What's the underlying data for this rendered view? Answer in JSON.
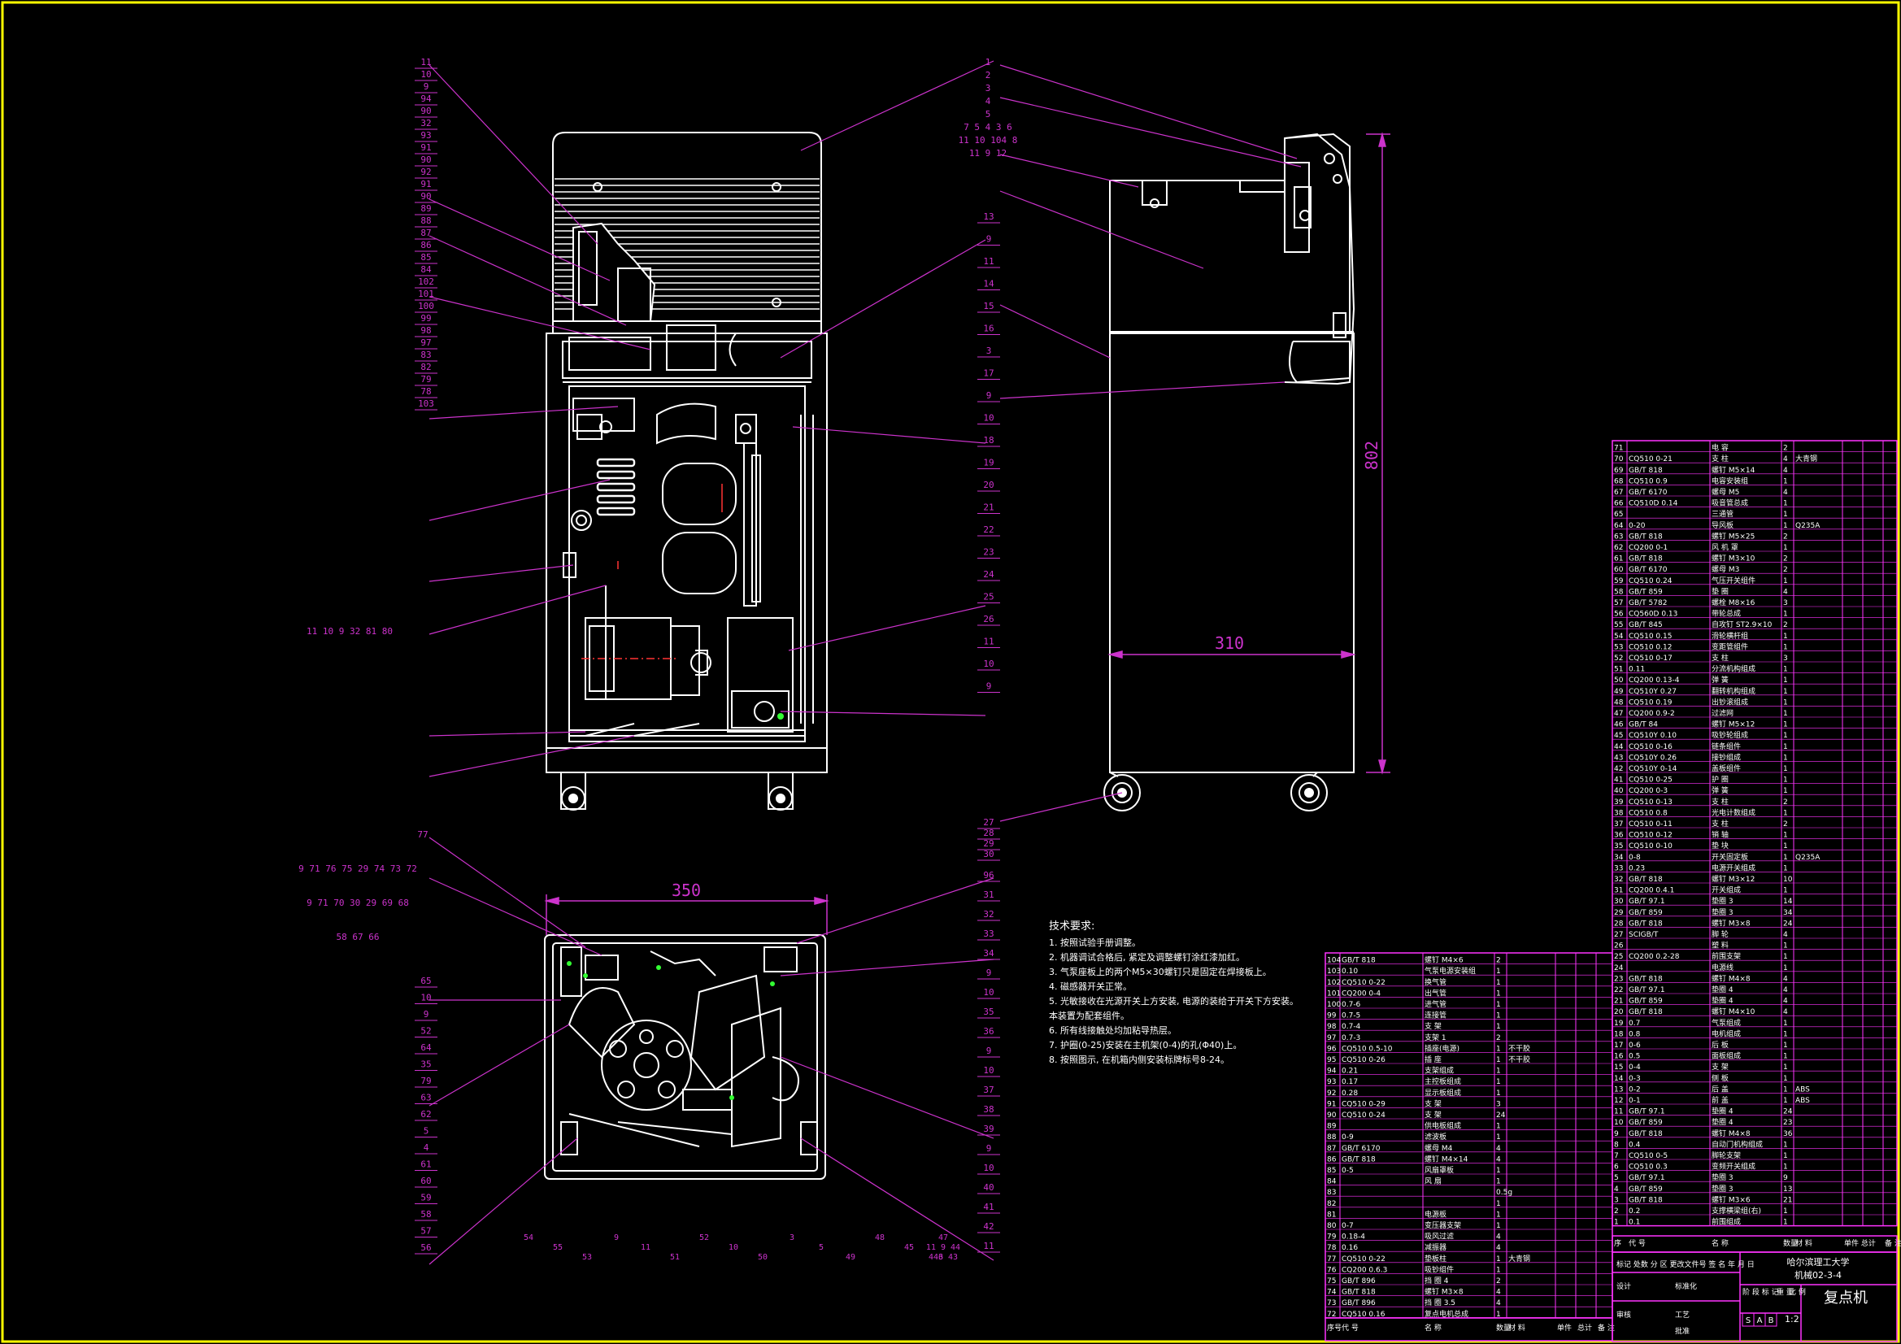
{
  "drawing_title": "复点机",
  "school": "哈尔滨理工大学",
  "drawing_no": "机械02-3-4",
  "scale": "1:2",
  "stage_marks": [
    "S",
    "A",
    "B"
  ],
  "colors": {
    "frame": "#ffff00",
    "drawing": "#ffffff",
    "leader": "#cc33cc",
    "magenta": "#ff33ff",
    "text": "#ffffff"
  },
  "dimensions": {
    "width_top": "350",
    "height_side": "802",
    "depth_side": "310"
  },
  "tech_title": "技术要求:",
  "tech_lines": [
    "1. 按照试验手册调整。",
    "2. 机器调试合格后, 紧定及调整螺钉涂红漆加红。",
    "3. 气泵座板上的两个M5×30螺钉只是固定在焊接板上。",
    "4. 磁感器开关正常。",
    "5. 光敏接收在光源开关上方安装, 电源的装给于开关下方安装。",
    "   本装置为配套组件。",
    "6. 所有线接触处均加粘导热层。",
    "7. 护圈(0-25)安装在主机架(0-4)的孔(Φ40)上。",
    "8. 按照图示, 在机箱内侧安装标牌标号8-24。"
  ],
  "labels": {
    "front_left": [
      "11",
      "10",
      "9",
      "94",
      "90",
      "32",
      "93",
      "91",
      "90",
      "92",
      "91",
      "90",
      "89",
      "88",
      "87",
      "86",
      "85",
      "84",
      "102",
      "101",
      "100",
      "99",
      "98",
      "97",
      "83",
      "82",
      "79",
      "78",
      "103"
    ],
    "front_left_row": "11  10  9  32  81  80",
    "front_right": [
      "13",
      "9",
      "11",
      "14",
      "15",
      "16",
      "3",
      "17",
      "9",
      "10",
      "18",
      "19",
      "20",
      "21",
      "22",
      "23",
      "24",
      "25",
      "26",
      "11",
      "10",
      "9"
    ],
    "side_top_rows": [
      "1",
      "2",
      "3",
      "4",
      "5",
      "7  5  4  3  6",
      "11  10  104  8",
      "11  9  12"
    ],
    "side_right": [
      "27",
      "28",
      "29",
      "30"
    ],
    "top_left_rows": [
      "77",
      "9  71  76  75  29  74  73  72",
      "9  71  70  30  29  69  68",
      "58  67  66"
    ],
    "top_left": [
      "65",
      "10",
      "9",
      "52",
      "64",
      "35",
      "79",
      "63",
      "62",
      "5",
      "4",
      "61",
      "60",
      "59",
      "58",
      "57",
      "56"
    ],
    "top_bottom": [
      "54",
      "55",
      "53",
      "9",
      "11",
      "51",
      "52",
      "10",
      "50",
      "3",
      "5",
      "49",
      "48",
      "45",
      "46",
      "47",
      "11  9  44",
      "4  3  43"
    ],
    "top_right": [
      "96",
      "31",
      "32",
      "33",
      "34",
      "9",
      "10",
      "35",
      "36",
      "9",
      "10",
      "37",
      "38",
      "39",
      "9",
      "10",
      "40",
      "41",
      "42",
      "11"
    ]
  },
  "bom_right": [
    [
      "71",
      "",
      "电  容",
      "2",
      ""
    ],
    [
      "70",
      "CQ510 0-21",
      "支  柱",
      "4",
      "大青钢"
    ],
    [
      "69",
      "GB/T 818",
      "螺钉 M5×14",
      "4",
      ""
    ],
    [
      "68",
      "CQ510 0.9",
      "电容安装组",
      "1",
      ""
    ],
    [
      "67",
      "GB/T 6170",
      "螺母 M5",
      "4",
      ""
    ],
    [
      "66",
      "CQ510D 0.14",
      "吸音管总成",
      "1",
      ""
    ],
    [
      "65",
      "",
      "三通管",
      "1",
      ""
    ],
    [
      "64",
      "0-20",
      "导风板",
      "1",
      "Q235A"
    ],
    [
      "63",
      "GB/T 818",
      "螺钉 M5×25",
      "2",
      ""
    ],
    [
      "62",
      "CQ200 0-1",
      "风 机 罩",
      "1",
      ""
    ],
    [
      "61",
      "GB/T 818",
      "螺钉 M3×10",
      "2",
      ""
    ],
    [
      "60",
      "GB/T 6170",
      "螺母 M3",
      "2",
      ""
    ],
    [
      "59",
      "CQ510 0.24",
      "气压开关组件",
      "1",
      ""
    ],
    [
      "58",
      "GB/T 859",
      "垫  圈",
      "4",
      ""
    ],
    [
      "57",
      "GB/T 5782",
      "螺栓 M8×16",
      "3",
      ""
    ],
    [
      "56",
      "CQ560D 0.13",
      "带轮总成",
      "1",
      ""
    ],
    [
      "55",
      "GB/T 845",
      "自攻钉 ST2.9×10",
      "2",
      ""
    ],
    [
      "54",
      "CQ510 0.15",
      "滑轮横杆组",
      "1",
      ""
    ],
    [
      "53",
      "CQ510 0.12",
      "变距管组件",
      "1",
      ""
    ],
    [
      "52",
      "CQ510 0-17",
      "支  柱",
      "3",
      ""
    ],
    [
      "51",
      "0.11",
      "分流机构组成",
      "1",
      ""
    ],
    [
      "50",
      "CQ200 0.13-4",
      "弹  簧",
      "1",
      ""
    ],
    [
      "49",
      "CQ510Y 0.27",
      "翻转机构组成",
      "1",
      ""
    ],
    [
      "48",
      "CQ510 0.19",
      "出钞滚组成",
      "1",
      ""
    ],
    [
      "47",
      "CQ200 0.9-2",
      "过滤网",
      "1",
      ""
    ],
    [
      "46",
      "GB/T 84",
      "螺钉 M5×12",
      "1",
      ""
    ],
    [
      "45",
      "CQ510Y 0.10",
      "吸钞轮组成",
      "1",
      ""
    ],
    [
      "44",
      "CQ510 0-16",
      "链条组件",
      "1",
      ""
    ],
    [
      "43",
      "CQ510Y 0.26",
      "接钞组成",
      "1",
      ""
    ],
    [
      "42",
      "CQ510Y 0-14",
      "盖板组件",
      "1",
      ""
    ],
    [
      "41",
      "CQ510 0-25",
      "护  圈",
      "1",
      ""
    ],
    [
      "40",
      "CQ200 0-3",
      "弹  簧",
      "1",
      ""
    ],
    [
      "39",
      "CQ510 0-13",
      "支  柱",
      "2",
      ""
    ],
    [
      "38",
      "CQ510 0.8",
      "光电计数组成",
      "1",
      ""
    ],
    [
      "37",
      "CQ510 0-11",
      "支  柱",
      "2",
      ""
    ],
    [
      "36",
      "CQ510 0-12",
      "销  轴",
      "1",
      ""
    ],
    [
      "35",
      "CQ510 0-10",
      "垫  块",
      "1",
      ""
    ],
    [
      "34",
      "0-8",
      "开关固定板",
      "1",
      "Q235A"
    ],
    [
      "33",
      "0.23",
      "电源开关组成",
      "1",
      ""
    ],
    [
      "32",
      "GB/T 818",
      "螺钉 M3×12",
      "10",
      ""
    ],
    [
      "31",
      "CQ200 0.4.1",
      "开关组成",
      "1",
      ""
    ],
    [
      "30",
      "GB/T 97.1",
      "垫圈 3",
      "14",
      ""
    ],
    [
      "29",
      "GB/T 859",
      "垫圈 3",
      "34",
      ""
    ],
    [
      "28",
      "GB/T 818",
      "螺钉 M3×8",
      "24",
      ""
    ],
    [
      "27",
      "SCIGB/T",
      "脚  轮",
      "4",
      ""
    ],
    [
      "26",
      "",
      "塑  料",
      "1",
      ""
    ],
    [
      "25",
      "CQ200 0.2-28",
      "前围支架",
      "1",
      ""
    ],
    [
      "24",
      "",
      "电源线",
      "1",
      ""
    ],
    [
      "23",
      "GB/T 818",
      "螺钉 M4×8",
      "4",
      ""
    ],
    [
      "22",
      "GB/T 97.1",
      "垫圈 4",
      "4",
      ""
    ],
    [
      "21",
      "GB/T 859",
      "垫圈 4",
      "4",
      ""
    ],
    [
      "20",
      "GB/T 818",
      "螺钉 M4×10",
      "4",
      ""
    ],
    [
      "19",
      "0.7",
      "气泵组成",
      "1",
      ""
    ],
    [
      "18",
      "0.8",
      "电机组成",
      "1",
      ""
    ],
    [
      "17",
      "0-6",
      "后  板",
      "1",
      ""
    ],
    [
      "16",
      "0.5",
      "面板组成",
      "1",
      ""
    ],
    [
      "15",
      "0-4",
      "支  架",
      "1",
      ""
    ],
    [
      "14",
      "0-3",
      "侧  板",
      "1",
      ""
    ],
    [
      "13",
      "0-2",
      "后  盖",
      "1",
      "ABS"
    ],
    [
      "12",
      "0-1",
      "前  盖",
      "1",
      "ABS"
    ],
    [
      "11",
      "GB/T 97.1",
      "垫圈 4",
      "24",
      ""
    ],
    [
      "10",
      "GB/T 859",
      "垫圈 4",
      "23",
      ""
    ],
    [
      "9",
      "GB/T 818",
      "螺钉 M4×8",
      "36",
      ""
    ],
    [
      "8",
      "0.4",
      "自动门机构组成",
      "1",
      ""
    ],
    [
      "7",
      "CQ510 0-5",
      "脚轮支架",
      "1",
      ""
    ],
    [
      "6",
      "CQ510 0.3",
      "变频开关组成",
      "1",
      ""
    ],
    [
      "5",
      "GB/T 97.1",
      "垫圈 3",
      "9",
      ""
    ],
    [
      "4",
      "GB/T 859",
      "垫圈 3",
      "13",
      ""
    ],
    [
      "3",
      "GB/T 818",
      "螺钉 M3×6",
      "21",
      ""
    ],
    [
      "2",
      "0.2",
      "支撑横梁组(右)",
      "1",
      ""
    ],
    [
      "1",
      "0.1",
      "前围组成",
      "1",
      ""
    ]
  ],
  "bom_left": [
    [
      "104",
      "GB/T 818",
      "螺钉 M4×6",
      "2",
      ""
    ],
    [
      "103",
      "0.10",
      "气泵电源安装组",
      "1",
      ""
    ],
    [
      "102",
      "CQ510 0-22",
      "换气管",
      "1",
      ""
    ],
    [
      "101",
      "CQ200 0-4",
      "出气管",
      "1",
      ""
    ],
    [
      "100",
      "0.7-6",
      "进气管",
      "1",
      ""
    ],
    [
      "99",
      "0.7-5",
      "连接管",
      "1",
      ""
    ],
    [
      "98",
      "0.7-4",
      "支  架",
      "1",
      ""
    ],
    [
      "97",
      "0.7-3",
      "支架 1",
      "2",
      ""
    ],
    [
      "96",
      "CQ510 0.5-10",
      "插座(电源)",
      "1",
      "不干胶"
    ],
    [
      "95",
      "CQ510 0-26",
      "插  座",
      "1",
      "不干胶"
    ],
    [
      "94",
      "0.21",
      "支架组成",
      "1",
      ""
    ],
    [
      "93",
      "0.17",
      "主控板组成",
      "1",
      ""
    ],
    [
      "92",
      "0.28",
      "显示板组成",
      "1",
      ""
    ],
    [
      "91",
      "CQ510 0-29",
      "支  架",
      "3",
      ""
    ],
    [
      "90",
      "CQ510 0-24",
      "支  架",
      "24",
      ""
    ],
    [
      "89",
      "",
      "供电板组成",
      "1",
      ""
    ],
    [
      "88",
      "0-9",
      "滤波板",
      "1",
      ""
    ],
    [
      "87",
      "GB/T 6170",
      "螺母 M4",
      "4",
      ""
    ],
    [
      "86",
      "GB/T 818",
      "螺钉 M4×14",
      "4",
      ""
    ],
    [
      "85",
      "0-5",
      "风扇罩板",
      "1",
      ""
    ],
    [
      "84",
      "",
      "风  扇",
      "1",
      ""
    ],
    [
      "83",
      "",
      "",
      "0.5g",
      ""
    ],
    [
      "82",
      "",
      "",
      "1",
      ""
    ],
    [
      "81",
      "",
      "电源板",
      "1",
      ""
    ],
    [
      "80",
      "0-7",
      "变压器支架",
      "1",
      ""
    ],
    [
      "79",
      "0.18-4",
      "吸风过滤",
      "4",
      ""
    ],
    [
      "78",
      "0.16",
      "减振器",
      "4",
      ""
    ],
    [
      "77",
      "CQ510 0-22",
      "垫板柱",
      "1",
      "大青钢"
    ],
    [
      "76",
      "CQ200 0.6.3",
      "吸钞组件",
      "1",
      ""
    ],
    [
      "75",
      "GB/T 896",
      "挡  圈 4",
      "2",
      ""
    ],
    [
      "74",
      "GB/T 818",
      "螺钉 M3×8",
      "4",
      ""
    ],
    [
      "73",
      "GB/T 896",
      "挡  圈 3.5",
      "4",
      ""
    ],
    [
      "72",
      "CQ510 0.16",
      "复点电机总成",
      "1",
      ""
    ]
  ],
  "bom_header": [
    "序号",
    "代  号",
    "名  称",
    "数量",
    "材  料",
    "单件",
    "总计",
    "备  注"
  ],
  "bom_header_short": [
    "序",
    "代  号",
    "名  称",
    "数量",
    "材  料",
    "单件 总计",
    "备  注"
  ],
  "title_block": {
    "row1": "标记 处数  分 区  更改文件号  签 名  年 月 日",
    "row2_a": "设计",
    "row2_b": "标准化",
    "stage_label": "阶 段 标 记",
    "weight_label": "重 量",
    "scale_label": "比 例",
    "review_label": "审核",
    "process_label": "工艺",
    "approve_label": "批准"
  }
}
